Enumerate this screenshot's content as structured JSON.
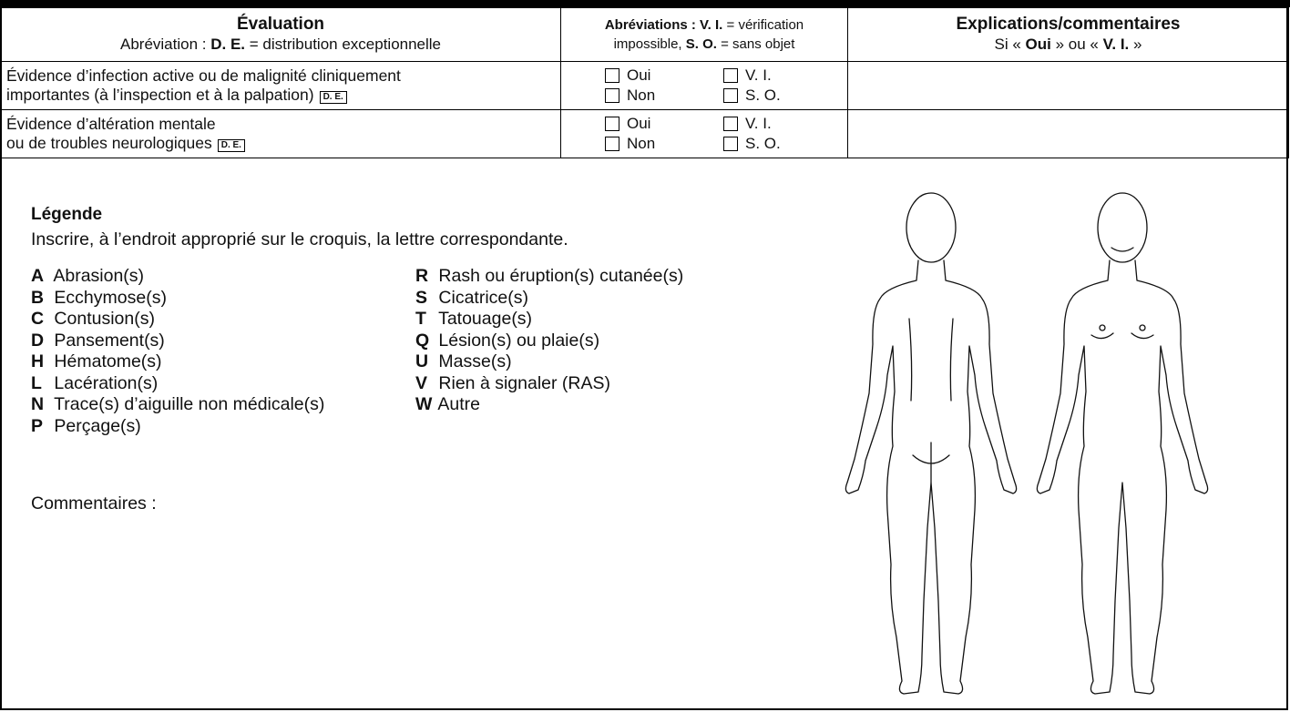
{
  "header": {
    "evaluation_title": "Évaluation",
    "evaluation_sub_prefix": "Abréviation : ",
    "evaluation_sub_abbr": "D. E.",
    "evaluation_sub_suffix": " = distribution exceptionnelle",
    "abbr_line1_bold": "Abréviations : V. I.",
    "abbr_line1_rest": " = vérification",
    "abbr_line2_pre": "impossible, ",
    "abbr_line2_bold": "S. O.",
    "abbr_line2_rest": " = sans objet",
    "expl_title": "Explications/commentaires",
    "expl_sub_1": "Si « ",
    "expl_sub_oui": "Oui",
    "expl_sub_2": " » ou « ",
    "expl_sub_vi": "V. I.",
    "expl_sub_3": " »"
  },
  "rows": [
    {
      "line1": "Évidence d’infection active ou de malignité cliniquement",
      "line2": "importantes (à l’inspection et à la palpation)",
      "badge": "D. E.",
      "options": [
        "Oui",
        "V. I.",
        "Non",
        "S. O."
      ]
    },
    {
      "line1": "Évidence d’altération mentale",
      "line2": "ou de troubles neurologiques",
      "badge": "D. E.",
      "options": [
        "Oui",
        "V. I.",
        "Non",
        "S. O."
      ]
    }
  ],
  "legend": {
    "title": "Légende",
    "instruction": "Inscrire, à l’endroit approprié sur le croquis, la lettre correspondante.",
    "left": [
      {
        "code": "A",
        "label": "Abrasion(s)"
      },
      {
        "code": "B",
        "label": "Ecchymose(s)"
      },
      {
        "code": "C",
        "label": "Contusion(s)"
      },
      {
        "code": "D",
        "label": "Pansement(s)"
      },
      {
        "code": "H",
        "label": "Hématome(s)"
      },
      {
        "code": "L",
        "label": "Lacération(s)"
      },
      {
        "code": "N",
        "label": "Trace(s) d’aiguille non médicale(s)"
      },
      {
        "code": "P",
        "label": "Perçage(s)"
      }
    ],
    "right": [
      {
        "code": "R",
        "label": "Rash ou éruption(s) cutanée(s)"
      },
      {
        "code": "S",
        "label": "Cicatrice(s)"
      },
      {
        "code": "T",
        "label": "Tatouage(s)"
      },
      {
        "code": "Q",
        "label": "Lésion(s) ou plaie(s)"
      },
      {
        "code": "U",
        "label": "Masse(s)"
      },
      {
        "code": "V",
        "label": "Rien à signaler (RAS)"
      },
      {
        "code": "W",
        "label": "Autre"
      }
    ],
    "comments_label": "Commentaires :"
  }
}
